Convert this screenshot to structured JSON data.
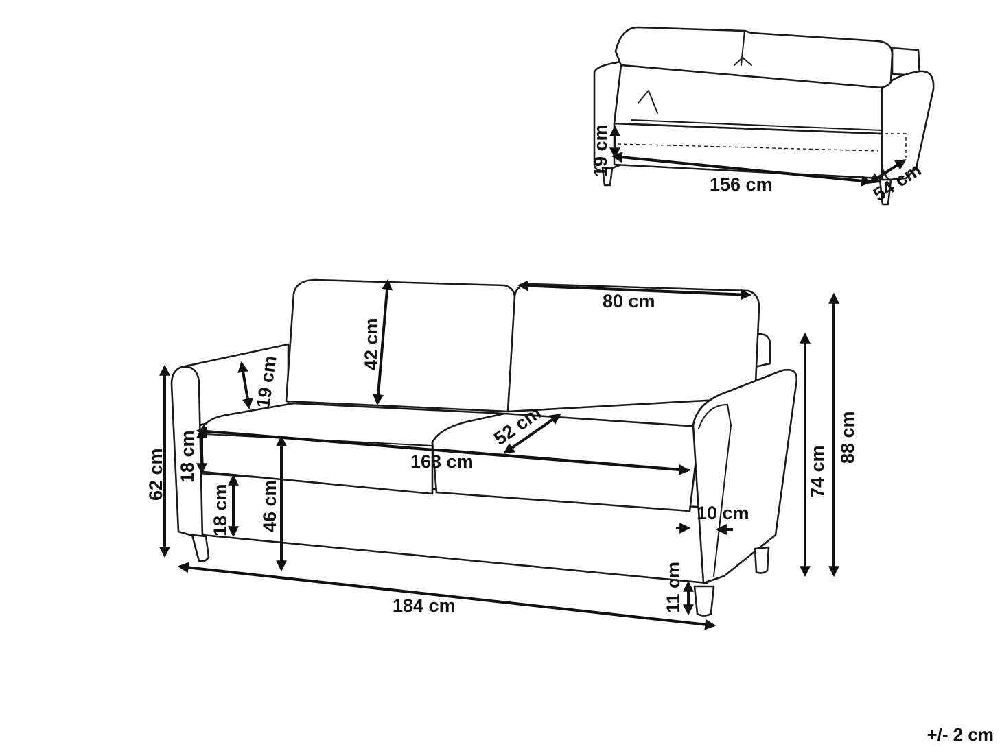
{
  "dimensions": {
    "storage_height": "19 cm",
    "storage_length": "156 cm",
    "storage_depth": "54 cm",
    "back_cushion_width": "80 cm",
    "back_cushion_height": "42 cm",
    "armrest_height": "19 cm",
    "seat_cushion_depth": "52 cm",
    "seat_width": "163 cm",
    "cushion_thickness": "18 cm",
    "base_height": "18 cm",
    "seat_height": "46 cm",
    "arm_total_height": "62 cm",
    "total_width": "184 cm",
    "arm_width": "10 cm",
    "leg_height": "11 cm",
    "depth": "74 cm",
    "total_height": "88 cm"
  },
  "tolerance": "+/- 2 cm"
}
